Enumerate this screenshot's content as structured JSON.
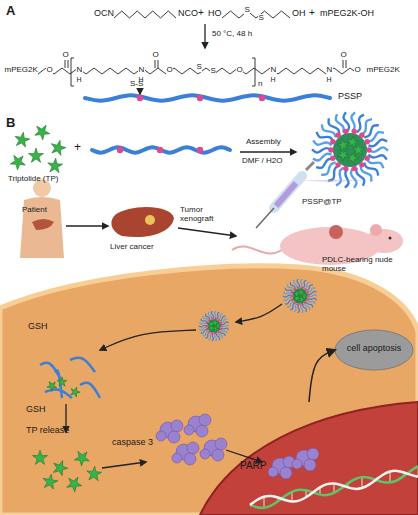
{
  "diagram": {
    "nodes": [
      {
        "text": [
          "GSH",
          "GSH",
          "TP release",
          "caspase 3"
        ]
      },
      {
        "text": [
          "PARP"
        ],
        "in": 0
      },
      {
        "text": [
          "cell apoptosis"
        ]
      }
    ],
    "edges": [
      {
        "from": 1,
        "to": 2,
        "arrow": "to"
      }
    ],
    "labels": [
      "A",
      "OCN",
      "NCO",
      "+",
      "HO",
      "S",
      "S",
      "OH",
      "+",
      "mPEG2K-OH",
      "50 °C, 48 h",
      "mPEG2K",
      "O",
      "O",
      "N",
      "H",
      "N",
      "H",
      "O",
      "O",
      "S",
      "S",
      "O",
      "n",
      "N",
      "H",
      "N",
      "H",
      "O",
      "O",
      "mPEG2K",
      "S-S",
      "PSSP",
      "B",
      "Triptolide (TP)",
      "+",
      "Assembly",
      "DMF / H2O",
      "PSSP@TP",
      "Patient",
      "Liver cancer",
      "Tumor xenograft",
      "PDLC-bearing nude mouse"
    ]
  }
}
